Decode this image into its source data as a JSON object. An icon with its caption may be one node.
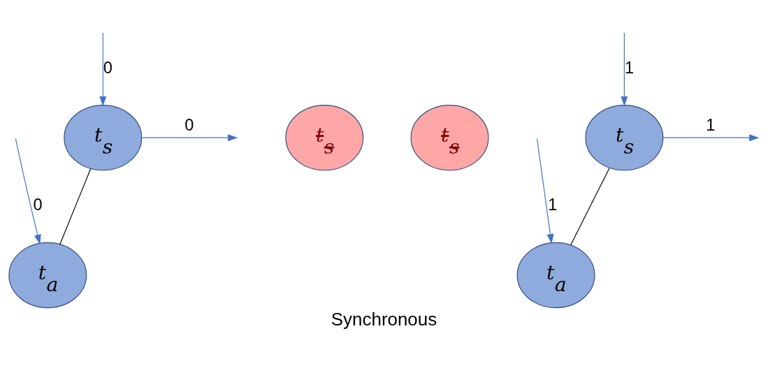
{
  "diagram": {
    "caption": "Synchronous",
    "nodes": [
      {
        "text": [
          "*t*$_{s}$"
        ]
      },
      {
        "text": [
          "*t*$_{a}$"
        ]
      },
      {
        "text": [
          "*t*$_{s}$"
        ]
      },
      {
        "text": [
          "*t*$_{s}$"
        ]
      },
      {
        "text": [
          "*t*$_{s}$"
        ]
      },
      {
        "text": [
          "*t*$_{a}$"
        ]
      }
    ],
    "edges": [
      {
        "from": 0,
        "to": null,
        "arrow": "to",
        "label": "0"
      },
      {
        "from": null,
        "to": 0,
        "arrow": "to",
        "label": "0"
      },
      {
        "from": 0,
        "to": 1,
        "arrow": "none",
        "color": "#000000"
      },
      {
        "from": null,
        "to": 1,
        "arrow": "to",
        "label": "0"
      },
      {
        "from": 4,
        "to": null,
        "arrow": "to",
        "label": "1"
      },
      {
        "from": null,
        "to": 4,
        "arrow": "to",
        "label": "1"
      },
      {
        "from": 4,
        "to": 5,
        "arrow": "none",
        "color": "#000000"
      },
      {
        "from": null,
        "to": 5,
        "arrow": "to",
        "label": "1"
      }
    ]
  }
}
